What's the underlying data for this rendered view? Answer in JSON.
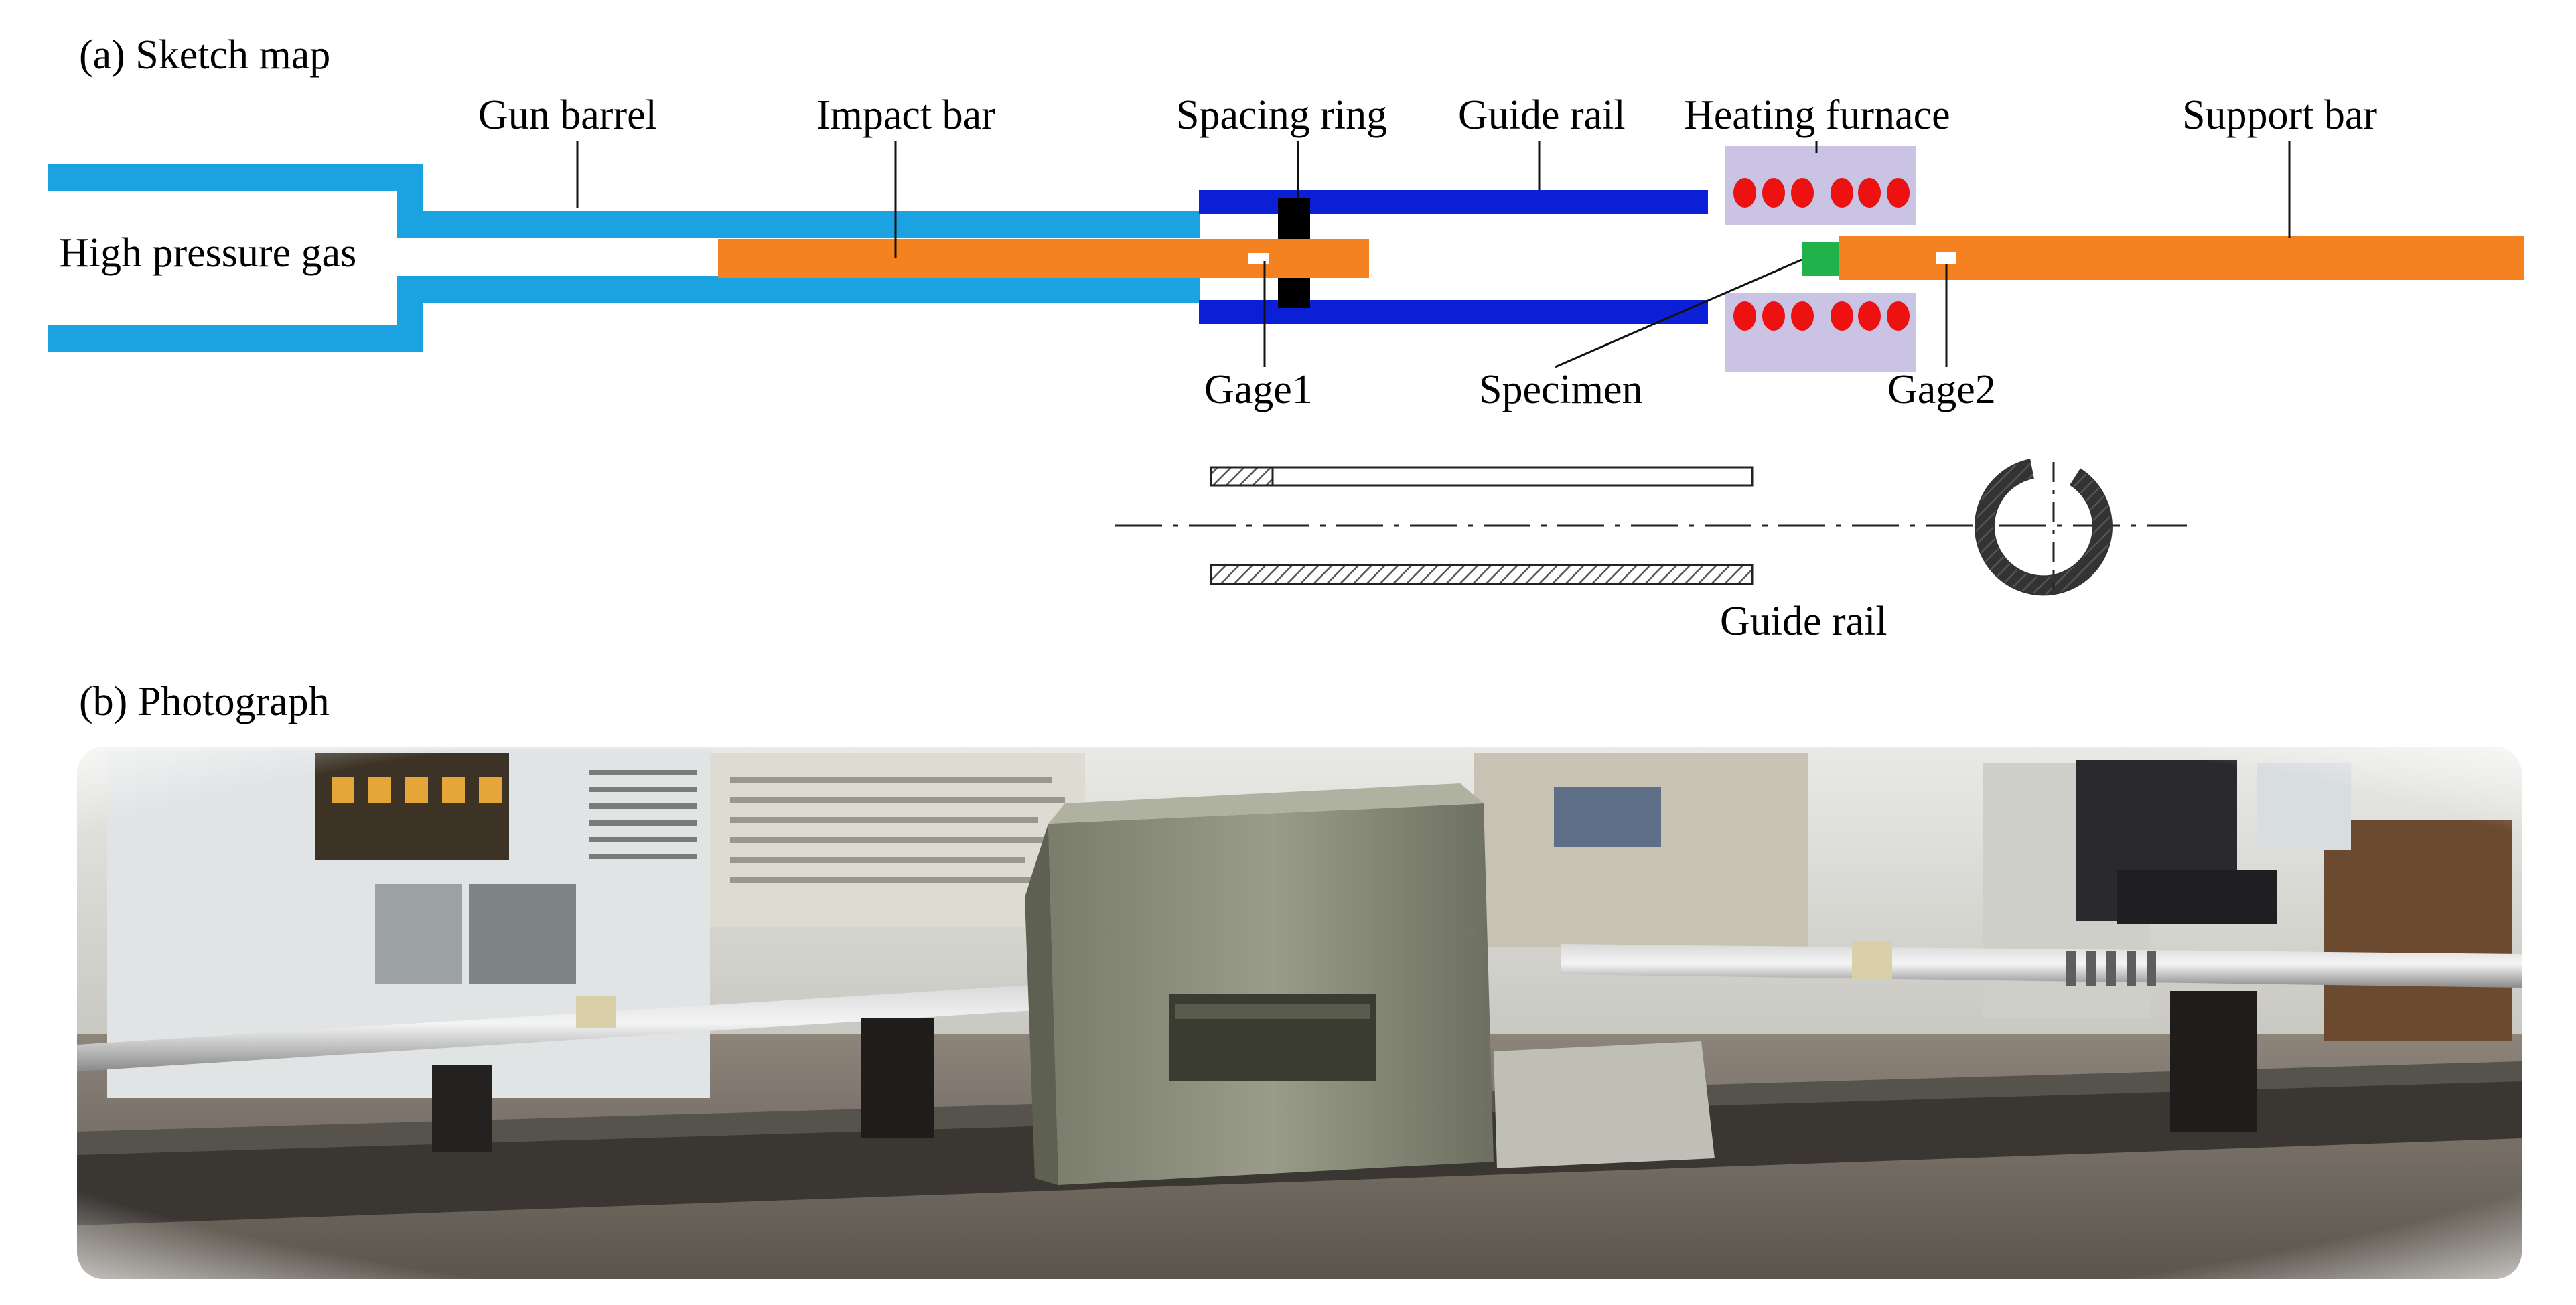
{
  "panel_a": {
    "title": "(a) Sketch map",
    "labels": {
      "gas": "High pressure gas",
      "gun_barrel": "Gun barrel",
      "impact_bar": "Impact bar",
      "spacing_ring": "Spacing ring",
      "guide_rail": "Guide rail",
      "heating_furnace": "Heating furnace",
      "support_bar": "Support bar",
      "gage1": "Gage1",
      "specimen": "Specimen",
      "gage2": "Gage2",
      "guide_rail_detail": "Guide rail"
    }
  },
  "panel_b": {
    "title": "(b) Photograph"
  },
  "colors": {
    "barrel": "#1aa3e0",
    "bar": "#f58220",
    "rail": "#0a1fd6",
    "ring": "#000000",
    "furnace": "#cbc3e3",
    "heater_dot": "#ee1111",
    "specimen": "#22b24c"
  }
}
